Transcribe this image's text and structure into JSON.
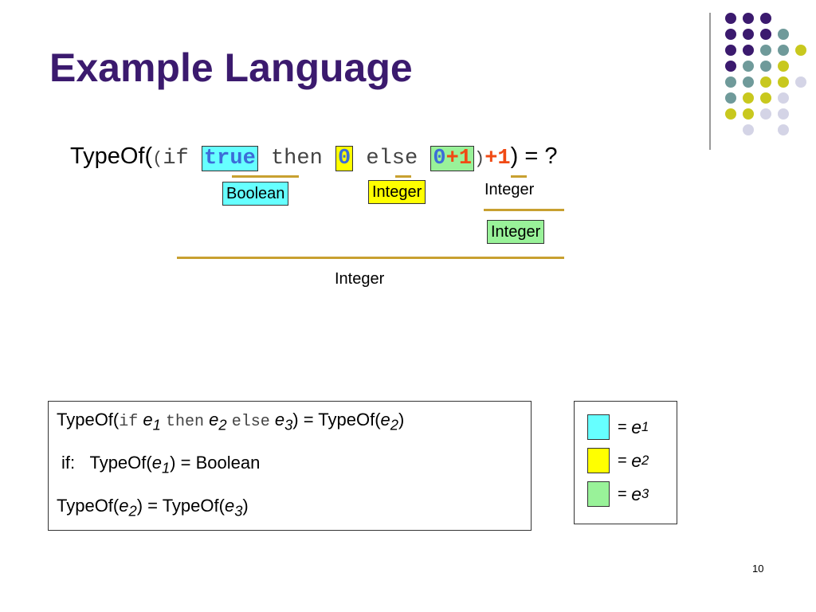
{
  "slide": {
    "title": "Example Language",
    "page_number": "10"
  },
  "expression": {
    "typeof_open": "TypeOf(",
    "paren_open": "(",
    "if_kw": "if ",
    "cond": "true",
    "then_kw": " then ",
    "then_val": "0",
    "else_kw": " else ",
    "else_zero": "0",
    "else_plus_one": "+1",
    "paren_close": ")",
    "outer_plus_one": "+1",
    "typeof_close": ")",
    "equals_q": " = ?"
  },
  "annotations": {
    "boolean_tag": "Boolean",
    "integer_tag_yellow": "Integer",
    "integer_label_top": "Integer",
    "integer_tag_green": "Integer",
    "integer_label_bottom": "Integer"
  },
  "rule_box": {
    "line1": {
      "typeof": "TypeOf(",
      "if_kw": "if",
      "e1": "e",
      "e1_sub": "1",
      "then_kw": "then",
      "e2": "e",
      "e2_sub": "2",
      "else_kw": "else",
      "e3": "e",
      "e3_sub": "3",
      "mid": ") = TypeOf(",
      "e2b": "e",
      "e2b_sub": "2",
      "close": ")"
    },
    "line2": {
      "prefix": "if:",
      "typeof": "TypeOf(",
      "e": "e",
      "sub": "1",
      "suffix": ") = Boolean"
    },
    "line3": {
      "typeof": "TypeOf(",
      "e_a": "e",
      "sub_a": "2",
      "mid": ") = TypeOf(",
      "e_b": "e",
      "sub_b": "3",
      "close": ")"
    }
  },
  "legend": {
    "items": [
      {
        "eq": "= ",
        "var": "e",
        "sub": "1",
        "color": "#66ffff"
      },
      {
        "eq": "= ",
        "var": "e",
        "sub": "2",
        "color": "#ffff00"
      },
      {
        "eq": "= ",
        "var": "e",
        "sub": "3",
        "color": "#99f299"
      }
    ]
  },
  "colors": {
    "title": "#3b1a6e",
    "highlight_cyan": "#66ffff",
    "highlight_yellow": "#ffff00",
    "highlight_green": "#99f299",
    "keyword_blue": "#3c6cd8",
    "plus_red": "#f04a14",
    "underline": "#c8a030",
    "dot_purple": "#3b1a6e",
    "dot_teal": "#6f9a9a",
    "dot_olive": "#c8c81e",
    "dot_lavender": "#d4d4e6"
  }
}
